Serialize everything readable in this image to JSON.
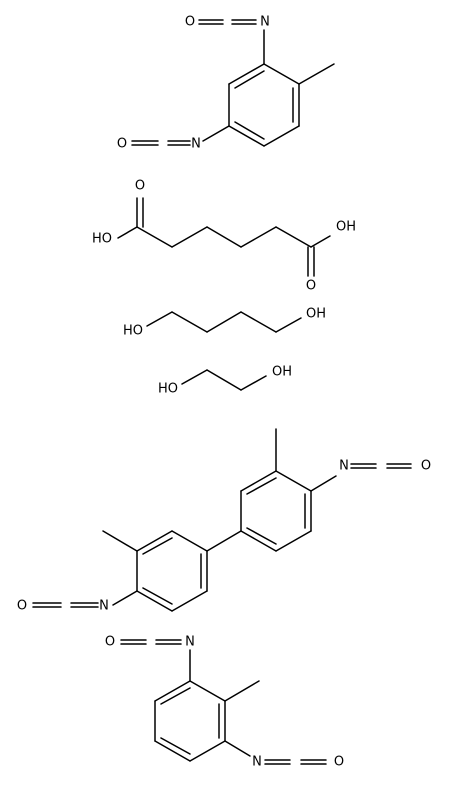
{
  "figure": {
    "components": [
      {
        "name": "2,4-diisocyanato-1-methylbenzene",
        "atom_labels": {
          "o_top": "O",
          "n_top": "N",
          "o_mid": "O",
          "n_mid": "N"
        }
      },
      {
        "name": "hexanedioic acid",
        "atom_labels": {
          "o_left_dbl": "O",
          "oh_left": "HO",
          "o_right_dbl": "O",
          "oh_right": "OH"
        }
      },
      {
        "name": "butane-1,4-diol",
        "atom_labels": {
          "oh_left": "HO",
          "oh_right": "OH"
        }
      },
      {
        "name": "ethane-1,2-diol",
        "atom_labels": {
          "oh_left": "HO",
          "oh_right": "OH"
        }
      },
      {
        "name": "4,4'-diisocyanato-3,3'-dimethylbiphenyl",
        "atom_labels": {
          "n_right": "N",
          "o_right": "O",
          "n_left": "N",
          "o_left": "O"
        }
      },
      {
        "name": "1,3-diisocyanato-2-methylbenzene",
        "atom_labels": {
          "o_top": "O",
          "n_top": "N",
          "n_bottom": "N",
          "o_bottom": "O"
        }
      }
    ]
  }
}
